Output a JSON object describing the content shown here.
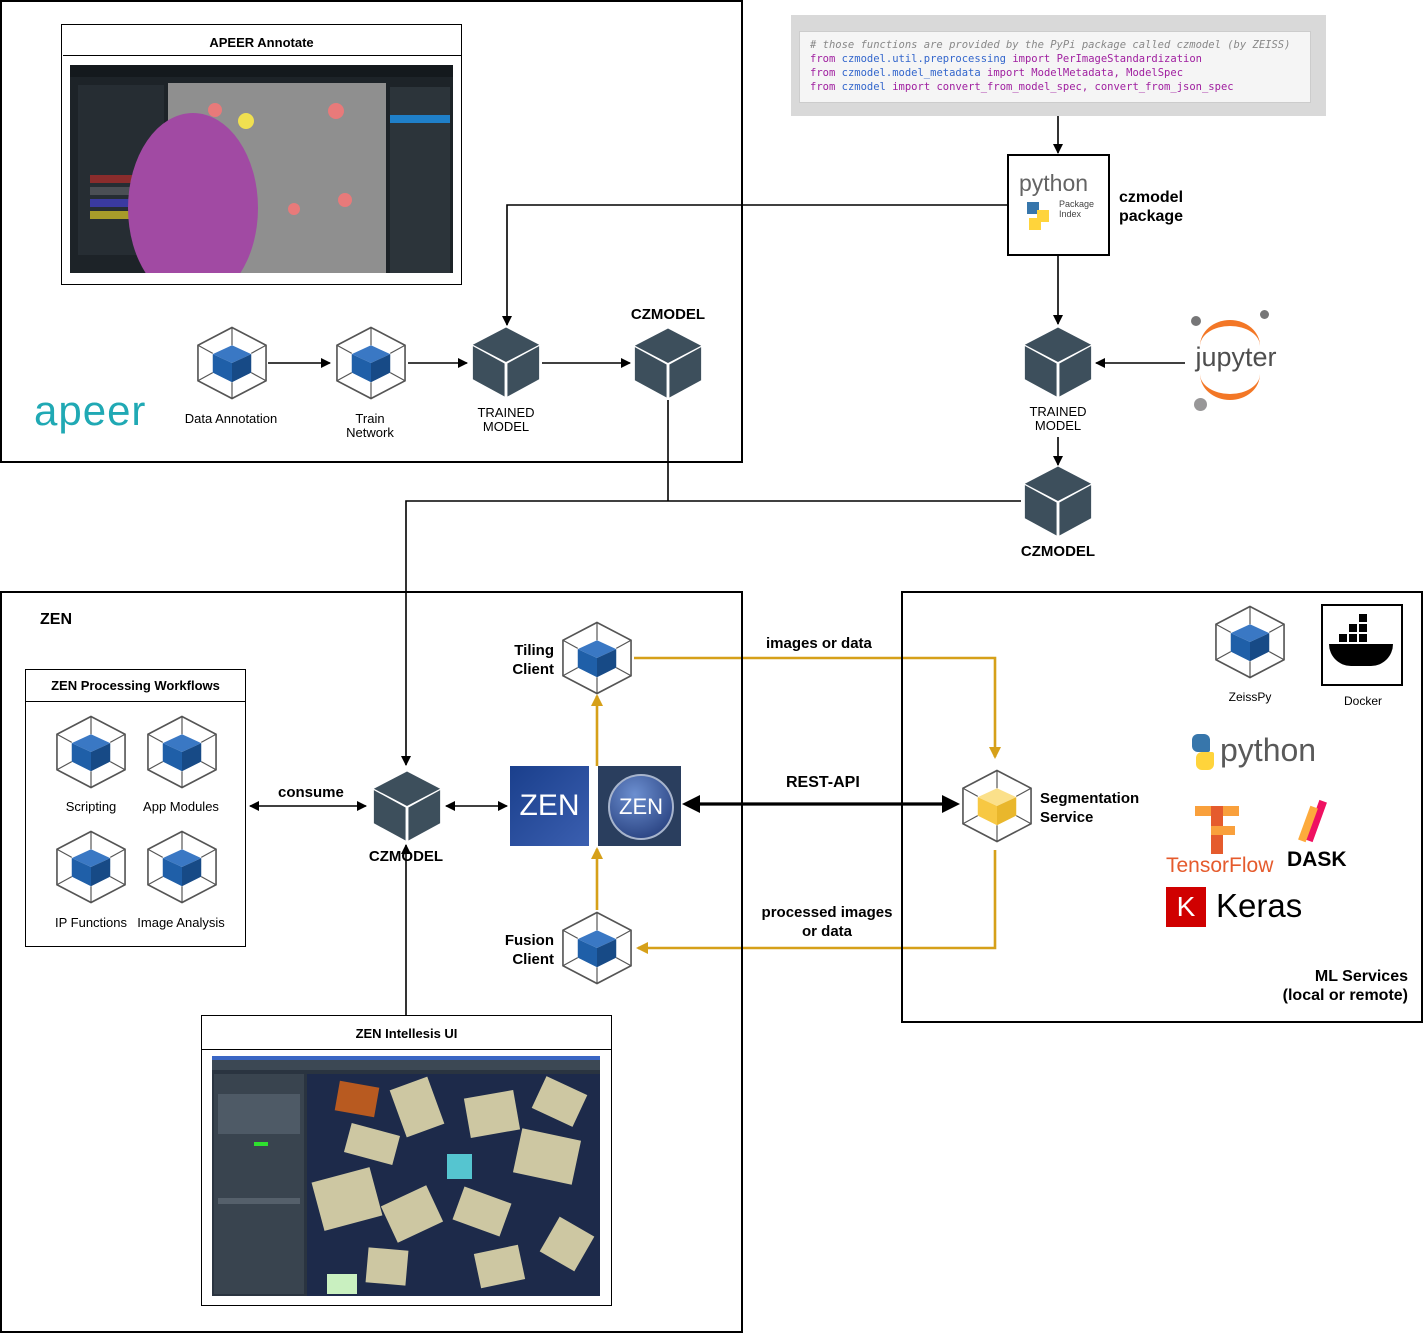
{
  "apeer_panel": {
    "annotate_title": "APEER Annotate",
    "logo_text": "apeer",
    "steps": [
      "Data Annotation",
      "Train Network",
      "TRAINED MODEL",
      "CZMODEL"
    ]
  },
  "code_snippet": {
    "comment": "# those functions are provided by the PyPi package called czmodel (by ZEISS)",
    "lines": [
      {
        "kw1": "from",
        "module": "czmodel.util.preprocessing",
        "kw2": "import",
        "names": "PerImageStandardization"
      },
      {
        "kw1": "from",
        "module": "czmodel.model_metadata",
        "kw2": "import",
        "names": "ModelMetadata, ModelSpec"
      },
      {
        "kw1": "from",
        "module": "czmodel",
        "kw2": "import",
        "names": "convert_from_model_spec, convert_from_json_spec"
      }
    ]
  },
  "pypi": {
    "logo_word": "python",
    "sub1": "Package",
    "sub2": "Index",
    "label_line1": "czmodel",
    "label_line2": "package"
  },
  "right_chain": {
    "trained_model_line1": "TRAINED",
    "trained_model_line2": "MODEL",
    "czmodel": "CZMODEL",
    "jupyter": "jupyter"
  },
  "zen_panel": {
    "title": "ZEN",
    "workflows_title": "ZEN Processing Workflows",
    "workflows": [
      "Scripting",
      "App Modules",
      "IP Functions",
      "Image Analysis"
    ],
    "consume": "consume",
    "czmodel": "CZMODEL",
    "tiling_client_line1": "Tiling",
    "tiling_client_line2": "Client",
    "fusion_client_line1": "Fusion",
    "fusion_client_line2": "Client",
    "zen_logo1": "ZEN",
    "zen_logo2": "ZEN",
    "intellesis_title": "ZEN Intellesis UI"
  },
  "connections": {
    "images_or_data": "images or data",
    "rest_api": "REST-API",
    "processed_line1": "processed images",
    "processed_line2": "or data"
  },
  "ml_panel": {
    "segmentation_line1": "Segmentation",
    "segmentation_line2": "Service",
    "zeisspy": "ZeissPy",
    "docker": "Docker",
    "python": "python",
    "tensorflow": "TensorFlow",
    "dask": "DASK",
    "keras": "Keras",
    "keras_k": "K",
    "footer_line1": "ML Services",
    "footer_line2": "(local or remote)"
  },
  "colors": {
    "cube_dark": "#3d4f5c",
    "cube_blue": "#1f5fa8",
    "cube_yellow": "#f7c843",
    "flow_orange": "#d6a019",
    "apeer_teal": "#20a9b4"
  }
}
